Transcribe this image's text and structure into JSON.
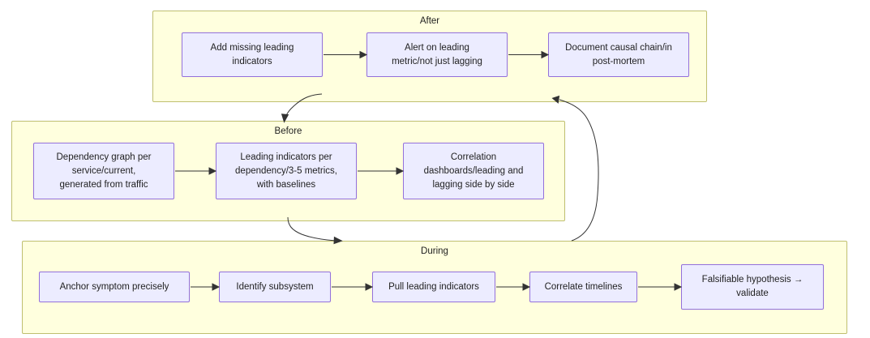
{
  "diagram": {
    "type": "flowchart",
    "background": "#ffffff",
    "cluster_fill": "#ffffde",
    "cluster_stroke": "#bfbf70",
    "node_fill": "#ececff",
    "node_stroke": "#9370db",
    "edge_color": "#333333",
    "clusters": [
      {
        "id": "after",
        "label": "After",
        "nodes": [
          {
            "id": "a1",
            "lines": [
              "Add missing leading",
              "indicators"
            ]
          },
          {
            "id": "a2",
            "lines": [
              "Alert on leading",
              "metric/not just lagging"
            ]
          },
          {
            "id": "a3",
            "lines": [
              "Document causal chain/in",
              "post-mortem"
            ]
          }
        ]
      },
      {
        "id": "before",
        "label": "Before",
        "nodes": [
          {
            "id": "b1",
            "lines": [
              "Dependency graph per",
              "service/current,",
              "generated from traffic"
            ]
          },
          {
            "id": "b2",
            "lines": [
              "Leading indicators per",
              "dependency/3-5 metrics,",
              "with baselines"
            ]
          },
          {
            "id": "b3",
            "lines": [
              "Correlation",
              "dashboards/leading and",
              "lagging side by side"
            ]
          }
        ]
      },
      {
        "id": "during",
        "label": "During",
        "nodes": [
          {
            "id": "d1",
            "lines": [
              "Anchor symptom precisely"
            ]
          },
          {
            "id": "d2",
            "lines": [
              "Identify subsystem"
            ]
          },
          {
            "id": "d3",
            "lines": [
              "Pull leading indicators"
            ]
          },
          {
            "id": "d4",
            "lines": [
              "Correlate timelines"
            ]
          },
          {
            "id": "d5",
            "lines": [
              "Falsifiable hypothesis →",
              "validate"
            ]
          }
        ]
      }
    ],
    "edges": [
      {
        "id": "e-a1-a2",
        "from": "a1",
        "to": "a2",
        "kind": "straight"
      },
      {
        "id": "e-a2-a3",
        "from": "a2",
        "to": "a3",
        "kind": "straight"
      },
      {
        "id": "e-b1-b2",
        "from": "b1",
        "to": "b2",
        "kind": "straight"
      },
      {
        "id": "e-b2-b3",
        "from": "b2",
        "to": "b3",
        "kind": "straight"
      },
      {
        "id": "e-d1-d2",
        "from": "d1",
        "to": "d2",
        "kind": "straight"
      },
      {
        "id": "e-d2-d3",
        "from": "d2",
        "to": "d3",
        "kind": "straight"
      },
      {
        "id": "e-d3-d4",
        "from": "d3",
        "to": "d4",
        "kind": "straight"
      },
      {
        "id": "e-d4-d5",
        "from": "d4",
        "to": "d5",
        "kind": "straight"
      },
      {
        "id": "e-after-before",
        "from": "after",
        "to": "before",
        "kind": "curve"
      },
      {
        "id": "e-before-during",
        "from": "before",
        "to": "during",
        "kind": "curve"
      },
      {
        "id": "e-during-after",
        "from": "during",
        "to": "after",
        "kind": "curve"
      }
    ]
  }
}
